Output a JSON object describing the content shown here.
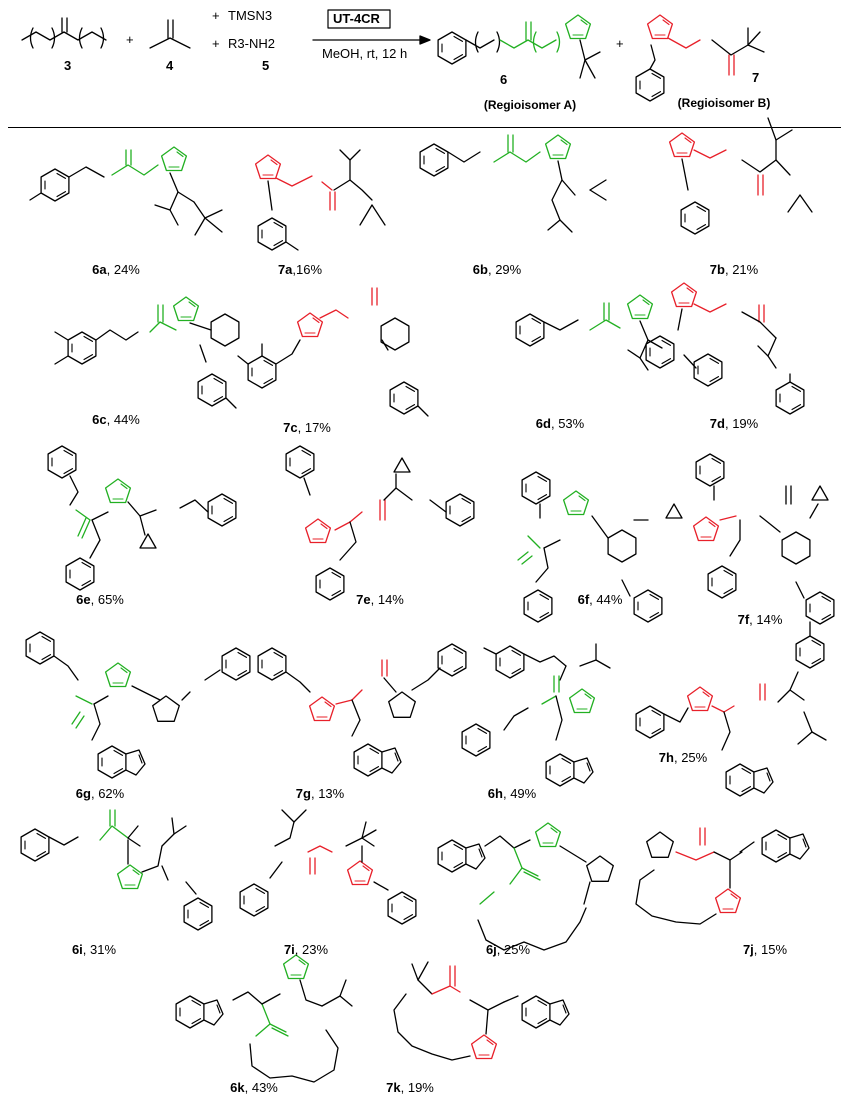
{
  "reaction": {
    "reagent_3_label": "3",
    "reagent_4_label": "4",
    "reagent_5_label": "5",
    "plus": "+",
    "tmsn3": "TMSN3",
    "amine": "R3-NH2",
    "method": "UT-4CR",
    "conditions": "MeOH, rt, 12 h",
    "product_6_label": "6",
    "product_7_label": "7",
    "regio_a": "(Regioisomer A)",
    "regio_b": "(Regioisomer B)"
  },
  "compounds": [
    {
      "id": "6a",
      "yield": "24%"
    },
    {
      "id": "7a",
      "yield": "16%"
    },
    {
      "id": "6b",
      "yield": "29%"
    },
    {
      "id": "7b",
      "yield": "21%"
    },
    {
      "id": "6c",
      "yield": "44%"
    },
    {
      "id": "7c",
      "yield": "17%"
    },
    {
      "id": "6d",
      "yield": "53%"
    },
    {
      "id": "7d",
      "yield": "19%"
    },
    {
      "id": "6e",
      "yield": "65%"
    },
    {
      "id": "7e",
      "yield": "14%"
    },
    {
      "id": "6f",
      "yield": "44%"
    },
    {
      "id": "7f",
      "yield": "14%"
    },
    {
      "id": "6g",
      "yield": "62%"
    },
    {
      "id": "7g",
      "yield": "13%"
    },
    {
      "id": "6h",
      "yield": "49%"
    },
    {
      "id": "7h",
      "yield": "25%"
    },
    {
      "id": "6i",
      "yield": "31%"
    },
    {
      "id": "7i",
      "yield": "23%"
    },
    {
      "id": "6j",
      "yield": "25%"
    },
    {
      "id": "7j",
      "yield": "15%"
    },
    {
      "id": "6k",
      "yield": "43%"
    },
    {
      "id": "7k",
      "yield": "19%"
    }
  ],
  "colors": {
    "regioisomer_a": "#22b022",
    "regioisomer_b": "#e8202a",
    "skeleton": "#000000"
  }
}
